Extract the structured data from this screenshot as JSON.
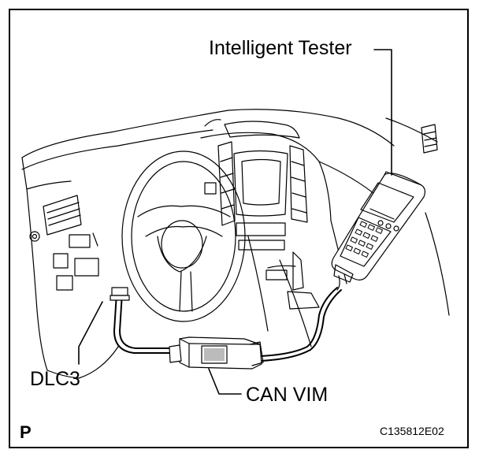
{
  "labels": {
    "tester": "Intelligent Tester",
    "dlc3": "DLC3",
    "can_vim": "CAN VIM",
    "view_letter": "P",
    "figure_code": "C135812E02"
  },
  "colors": {
    "ink": "#000000",
    "background": "#ffffff"
  }
}
